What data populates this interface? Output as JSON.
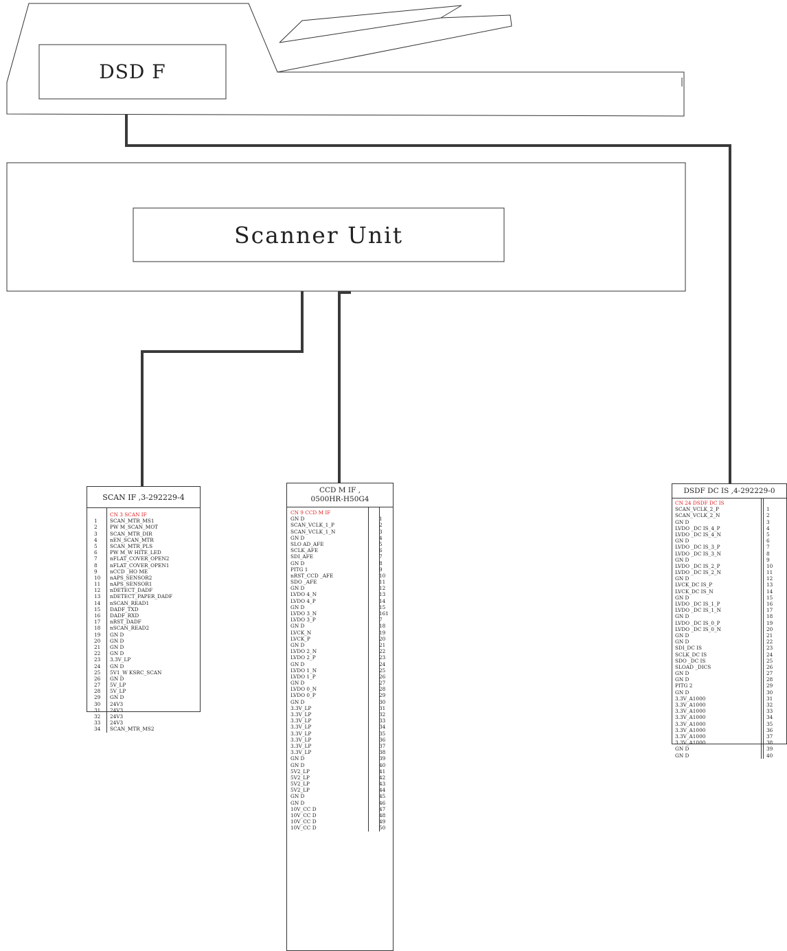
{
  "dsdf": {
    "title": "DSD F"
  },
  "scanner": {
    "title": "Scanner Unit"
  },
  "scan_if": {
    "header": "SCAN IF ,3-292229-4",
    "cn_label": "CN 3   SCAN  IF",
    "pins": [
      [
        "1",
        "SCAN_MTR_MS1"
      ],
      [
        "2",
        "PW M_SCAN_MOT"
      ],
      [
        "3",
        "SCAN_MTR_DIR"
      ],
      [
        "4",
        "nEN_SCAN_MTR"
      ],
      [
        "5",
        "SCAN_MTR_PLS"
      ],
      [
        "6",
        "PW M_W HITE_LED"
      ],
      [
        "7",
        "nFLAT_COVER_OPEN2"
      ],
      [
        "8",
        "nFLAT_COVER_OPEN1"
      ],
      [
        "9",
        "nCCD _HO ME"
      ],
      [
        "10",
        "nAPS_SENSOR2"
      ],
      [
        "11",
        "nAPS_SENSOR1"
      ],
      [
        "12",
        "nDETECT_DADF"
      ],
      [
        "13",
        "nDETECT_PAPER_DADF"
      ],
      [
        "14",
        "nSCAN_READ1"
      ],
      [
        "15",
        "DADF_TXD"
      ],
      [
        "16",
        "DADF_RXD"
      ],
      [
        "17",
        "nRST_DADF"
      ],
      [
        "18",
        "nSCAN_READ2"
      ],
      [
        "19",
        "GN D"
      ],
      [
        "20",
        "GN D"
      ],
      [
        "21",
        "GN D"
      ],
      [
        "22",
        "GN D"
      ],
      [
        "23",
        "3.3V_LP"
      ],
      [
        "24",
        "GN D"
      ],
      [
        "25",
        "5V1_W KSRC_SCAN"
      ],
      [
        "26",
        "GN D"
      ],
      [
        "27",
        "5V_LP"
      ],
      [
        "28",
        "5V_LP"
      ],
      [
        "29",
        "GN D"
      ],
      [
        "30",
        "24V3"
      ],
      [
        "31",
        "24V3"
      ],
      [
        "32",
        "24V3"
      ],
      [
        "33",
        "24V3"
      ],
      [
        "34",
        "SCAN_MTR_MS2"
      ]
    ]
  },
  "ccdm_if": {
    "header_line1": "CCD M  IF ,",
    "header_line2": "0500HR-H50G4",
    "cn_label": "CN 9   CCD M  IF",
    "pins": [
      [
        "GN D",
        "1"
      ],
      [
        "SCAN_VCLK_1_P",
        "2"
      ],
      [
        "SCAN_VCLK_1_N",
        "3"
      ],
      [
        "GN D",
        "4"
      ],
      [
        "SLO AD_AFE",
        "5"
      ],
      [
        "SCLK_AFE",
        "6"
      ],
      [
        "SDI_AFE",
        "7"
      ],
      [
        "GN D",
        "8"
      ],
      [
        "PITG 1",
        "9"
      ],
      [
        "nRST_CCD _AFE",
        "10"
      ],
      [
        "SDO _AFE",
        "11"
      ],
      [
        "GN D",
        "12"
      ],
      [
        "LVDO 4_N",
        "13"
      ],
      [
        "LVDO 4_P",
        "14"
      ],
      [
        "GN D",
        "15"
      ],
      [
        "LVDO 3_N",
        "161"
      ],
      [
        "LVDO 3_P",
        "7"
      ],
      [
        "GN D",
        "18"
      ],
      [
        "LVCK_N",
        "19"
      ],
      [
        "LVCK_P",
        "20"
      ],
      [
        "GN D",
        "21"
      ],
      [
        "LVDO 2_N",
        "22"
      ],
      [
        "LVDO 2_P",
        "23"
      ],
      [
        "GN D",
        "24"
      ],
      [
        "LVDO 1_N",
        "25"
      ],
      [
        "LVDO 1_P",
        "26"
      ],
      [
        "GN D",
        "27"
      ],
      [
        "LVDO 0_N",
        "28"
      ],
      [
        "LVDO 0_P",
        "29"
      ],
      [
        "GN D",
        "30"
      ],
      [
        "3.3V_LP",
        "31"
      ],
      [
        "3.3V_LP",
        "32"
      ],
      [
        "3.3V_LP",
        "33"
      ],
      [
        "3.3V_LP",
        "34"
      ],
      [
        "3.3V_LP",
        "35"
      ],
      [
        "3.3V_LP",
        "36"
      ],
      [
        "3.3V_LP",
        "37"
      ],
      [
        "3.3V_LP",
        "38"
      ],
      [
        "GN D",
        "39"
      ],
      [
        "GN D",
        "40"
      ],
      [
        "5V2_LP",
        "41"
      ],
      [
        "5V2_LP",
        "42"
      ],
      [
        "5V2_LP",
        "43"
      ],
      [
        "5V2_LP",
        "44"
      ],
      [
        "GN D",
        "45"
      ],
      [
        "GN D",
        "46"
      ],
      [
        "10V_CC D",
        "47"
      ],
      [
        "10V_CC D",
        "48"
      ],
      [
        "10V_CC D",
        "49"
      ],
      [
        "10V_CC D",
        "50"
      ]
    ]
  },
  "dsdf_dcis": {
    "header": "DSDF DC IS ,4-292229-0",
    "cn_label": "CN 24   DSDF DC IS",
    "pins": [
      [
        "SCAN_VCLK_2_P",
        "1"
      ],
      [
        "SCAN_VCLK_2_N",
        "2"
      ],
      [
        "GN D",
        "3"
      ],
      [
        "LVDO _DC IS_4_P",
        "4"
      ],
      [
        "LVDO _DC IS_4_N",
        "5"
      ],
      [
        "GN D",
        "6"
      ],
      [
        "LVDO _DC IS_3_P",
        "7"
      ],
      [
        "LVDO _DC IS_3_N",
        "8"
      ],
      [
        "GN D",
        "9"
      ],
      [
        "LVDO _DC IS_2_P",
        "10"
      ],
      [
        "LVDO _DC IS_2_N",
        "11"
      ],
      [
        "GN D",
        "12"
      ],
      [
        "LVCK_DC IS_P",
        "13"
      ],
      [
        "LVCK_DC IS_N",
        "14"
      ],
      [
        "GN D",
        "15"
      ],
      [
        "LVDO _DC IS_1_P",
        "16"
      ],
      [
        "LVDO _DC IS_1_N",
        "17"
      ],
      [
        "GN D",
        "18"
      ],
      [
        "LVDO _DC IS_0_P",
        "19"
      ],
      [
        "LVDO _DC IS_0_N",
        "20"
      ],
      [
        "GN D",
        "21"
      ],
      [
        "GN D",
        "22"
      ],
      [
        "SDI_DC IS",
        "23"
      ],
      [
        "SCLK_DC IS",
        "24"
      ],
      [
        "SDO _DC IS",
        "25"
      ],
      [
        "SLOAD _DICS",
        "26"
      ],
      [
        "GN D",
        "27"
      ],
      [
        "GN D",
        "28"
      ],
      [
        "PITG 2",
        "29"
      ],
      [
        "GN D",
        "30"
      ],
      [
        "3.3V_A1000",
        "31"
      ],
      [
        "3.3V_A1000",
        "32"
      ],
      [
        "3.3V_A1000",
        "33"
      ],
      [
        "3.3V_A1000",
        "34"
      ],
      [
        "3.3V_A1000",
        "35"
      ],
      [
        "3.3V_A1000",
        "36"
      ],
      [
        "3.3V_A1000",
        "37"
      ],
      [
        "3.3V_A1000",
        "38"
      ],
      [
        "GN D",
        "39"
      ],
      [
        "GN D",
        "40"
      ]
    ]
  }
}
